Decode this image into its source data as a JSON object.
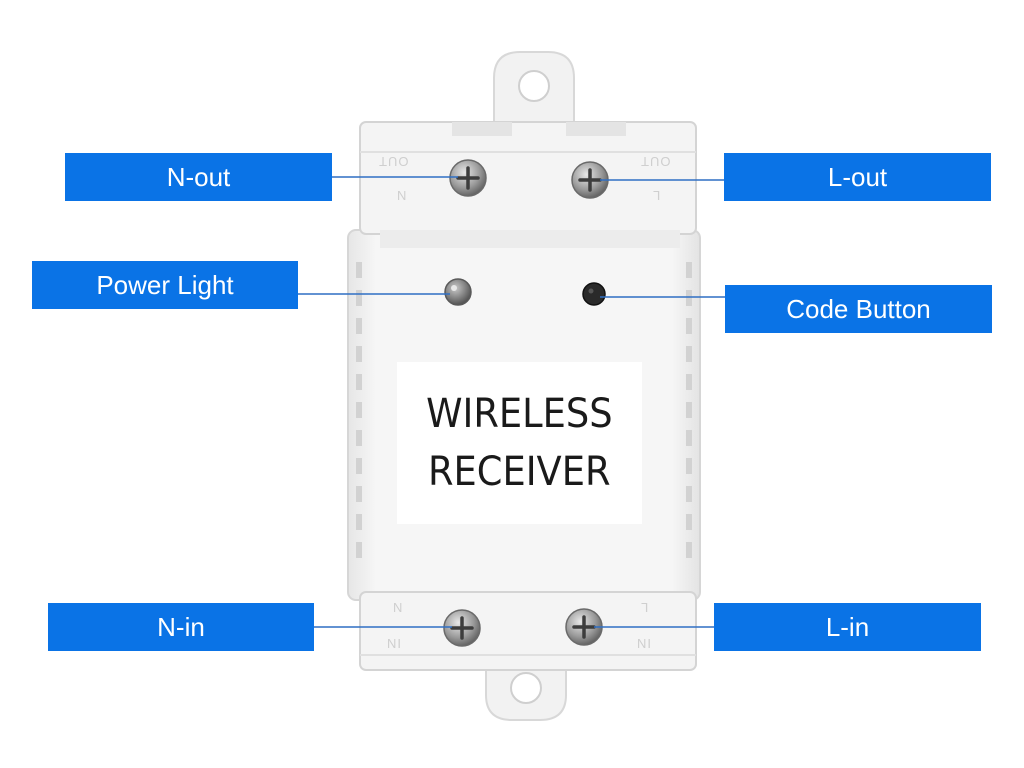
{
  "callouts": {
    "n_out": "N-out",
    "l_out": "L-out",
    "power_light": "Power Light",
    "code_button": "Code Button",
    "n_in": "N-in",
    "l_in": "L-in"
  },
  "device": {
    "label_line1": "WIRELESS",
    "label_line2": "RECEIVER",
    "terminal_marks": {
      "top_left_a": "OUT",
      "top_left_b": "N",
      "top_right_a": "OUT",
      "top_right_b": "L",
      "bottom_left_a": "N",
      "bottom_left_b": "IN",
      "bottom_right_a": "L",
      "bottom_right_b": "IN"
    }
  },
  "colors": {
    "callout_fill": "#0a73e6",
    "callout_text": "#ffffff",
    "leader_line": "#2f6fc4",
    "housing": "#f3f3f3",
    "housing_shadow": "#dadada"
  },
  "icons": [
    "screw-icon",
    "led-icon",
    "push-button-icon"
  ]
}
